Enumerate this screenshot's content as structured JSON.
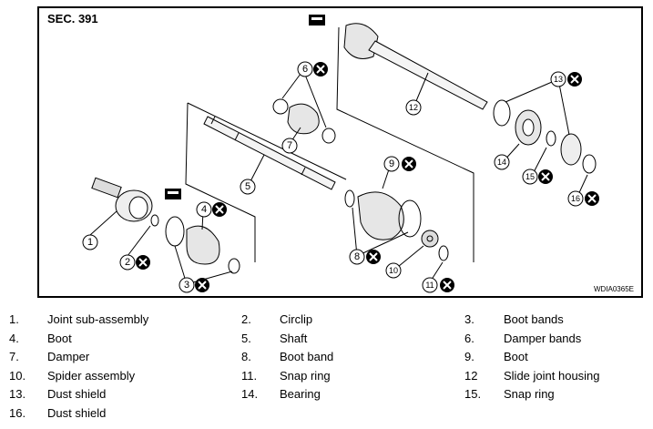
{
  "figure": {
    "section_label": "SEC. 391",
    "figure_code": "WDIA0365E",
    "callouts": [
      "1",
      "2",
      "3",
      "4",
      "5",
      "6",
      "7",
      "8",
      "9",
      "10",
      "11",
      "12",
      "13",
      "14",
      "15",
      "16"
    ]
  },
  "parts_list": [
    [
      {
        "num": "1.",
        "name": "Joint sub-assembly"
      },
      {
        "num": "2.",
        "name": "Circlip"
      },
      {
        "num": "3.",
        "name": "Boot bands"
      }
    ],
    [
      {
        "num": "4.",
        "name": "Boot"
      },
      {
        "num": "5.",
        "name": "Shaft"
      },
      {
        "num": "6.",
        "name": "Damper bands"
      }
    ],
    [
      {
        "num": "7.",
        "name": "Damper"
      },
      {
        "num": "8.",
        "name": "Boot band"
      },
      {
        "num": "9.",
        "name": "Boot"
      }
    ],
    [
      {
        "num": "10.",
        "name": "Spider assembly"
      },
      {
        "num": "11.",
        "name": "Snap ring"
      },
      {
        "num": "12",
        "name": "Slide joint housing"
      }
    ],
    [
      {
        "num": "13.",
        "name": "Dust shield"
      },
      {
        "num": "14.",
        "name": "Bearing"
      },
      {
        "num": "15.",
        "name": "Snap ring"
      }
    ],
    [
      {
        "num": "16.",
        "name": "Dust shield"
      }
    ]
  ]
}
